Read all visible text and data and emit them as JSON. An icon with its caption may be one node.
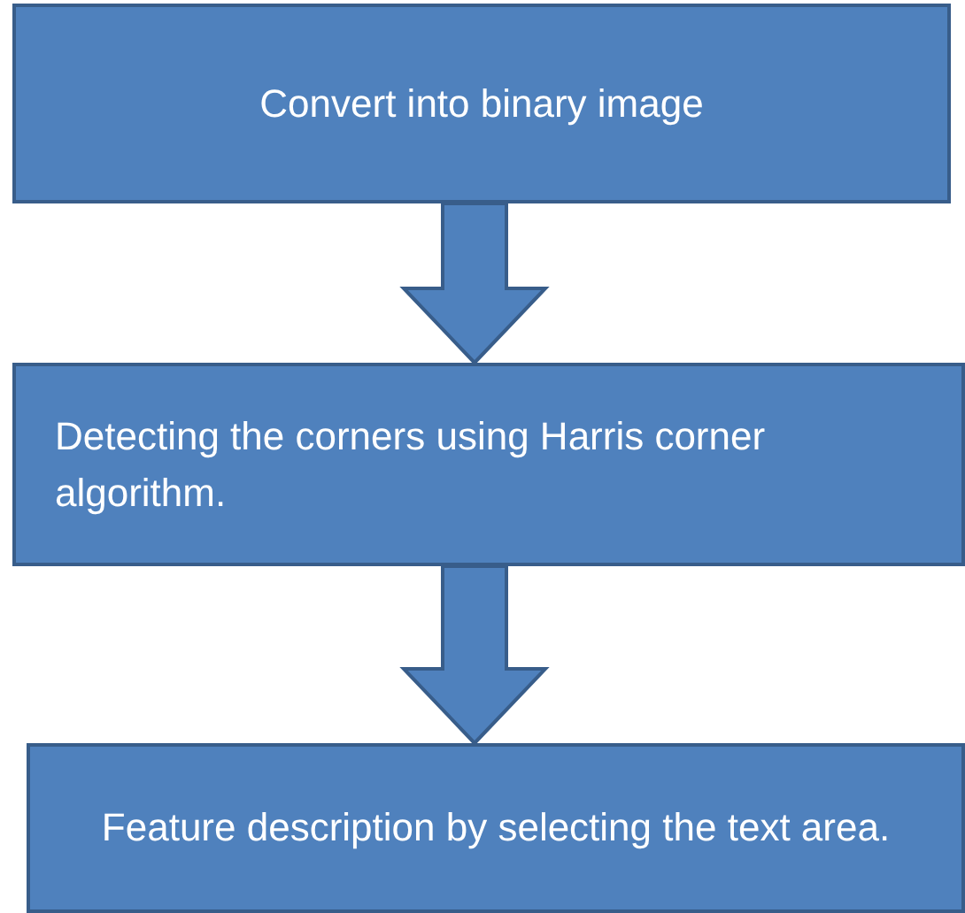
{
  "diagram": {
    "nodes": [
      {
        "text": [
          "Convert into binary image"
        ]
      },
      {
        "text": [
          "Detecting the corners using Harris corner algorithm."
        ]
      },
      {
        "text": [
          "Feature description by selecting the text area."
        ]
      }
    ],
    "edges": [
      {
        "from": 0,
        "to": 1,
        "arrow": "to"
      },
      {
        "from": 1,
        "to": 2,
        "arrow": "to"
      }
    ]
  }
}
